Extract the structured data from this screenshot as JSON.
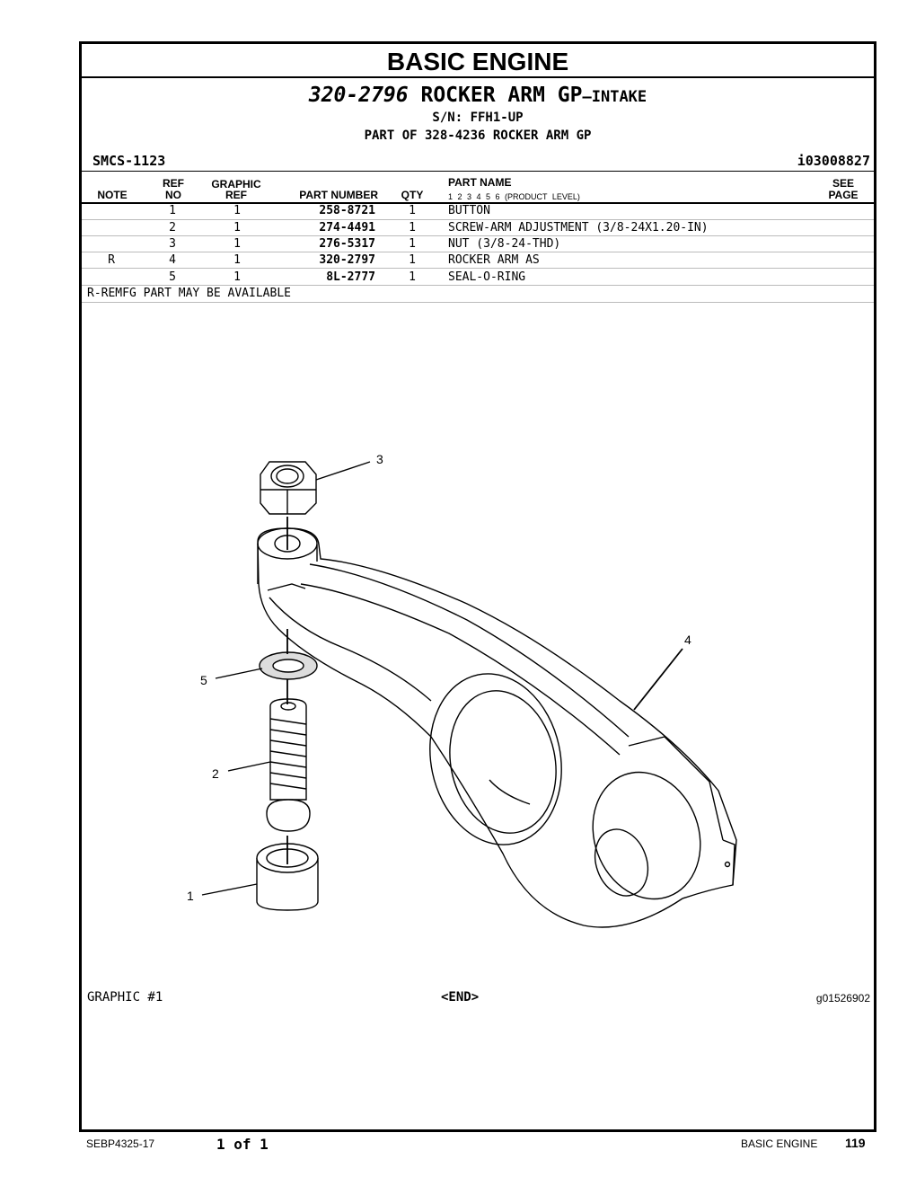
{
  "header": {
    "section_title": "BASIC ENGINE",
    "group_number": "320-2796",
    "group_name": "ROCKER ARM GP",
    "group_suffix": "—INTAKE",
    "serial": "S/N: FFH1-UP",
    "part_of": "PART OF 328-4236 ROCKER ARM GP",
    "smcs": "SMCS-1123",
    "doc_id": "i03008827"
  },
  "columns": {
    "note": "NOTE",
    "ref_top": "REF",
    "ref_bottom": "NO",
    "graphic_top": "GRAPHIC",
    "graphic_bottom": "REF",
    "part_number": "PART NUMBER",
    "qty": "QTY",
    "part_name": "PART NAME",
    "product_level": "1 2 3 4 5 6 (PRODUCT LEVEL)",
    "see_top": "SEE",
    "see_bottom": "PAGE"
  },
  "parts": [
    {
      "note": "",
      "ref": "1",
      "graphic": "1",
      "part_number": "258-8721",
      "qty": "1",
      "name": "BUTTON"
    },
    {
      "note": "",
      "ref": "2",
      "graphic": "1",
      "part_number": "274-4491",
      "qty": "1",
      "name": "SCREW-ARM ADJUSTMENT (3/8-24X1.20-IN)"
    },
    {
      "note": "",
      "ref": "3",
      "graphic": "1",
      "part_number": "276-5317",
      "qty": "1",
      "name": "NUT (3/8-24-THD)"
    },
    {
      "note": "R",
      "ref": "4",
      "graphic": "1",
      "part_number": "320-2797",
      "qty": "1",
      "name": "ROCKER ARM AS"
    },
    {
      "note": "",
      "ref": "5",
      "graphic": "1",
      "part_number": "8L-2777",
      "qty": "1",
      "name": "SEAL-O-RING"
    }
  ],
  "footnote": "R-REMFG PART MAY BE AVAILABLE",
  "drawing": {
    "callouts": [
      "1",
      "2",
      "3",
      "4",
      "5"
    ],
    "graphic_label": "GRAPHIC #1",
    "end_marker": "<END>",
    "graphic_id": "g01526902"
  },
  "page_footer": {
    "doc_number": "SEBP4325-17",
    "page_of": "1 of 1",
    "section": "BASIC ENGINE",
    "page_number": "119"
  }
}
